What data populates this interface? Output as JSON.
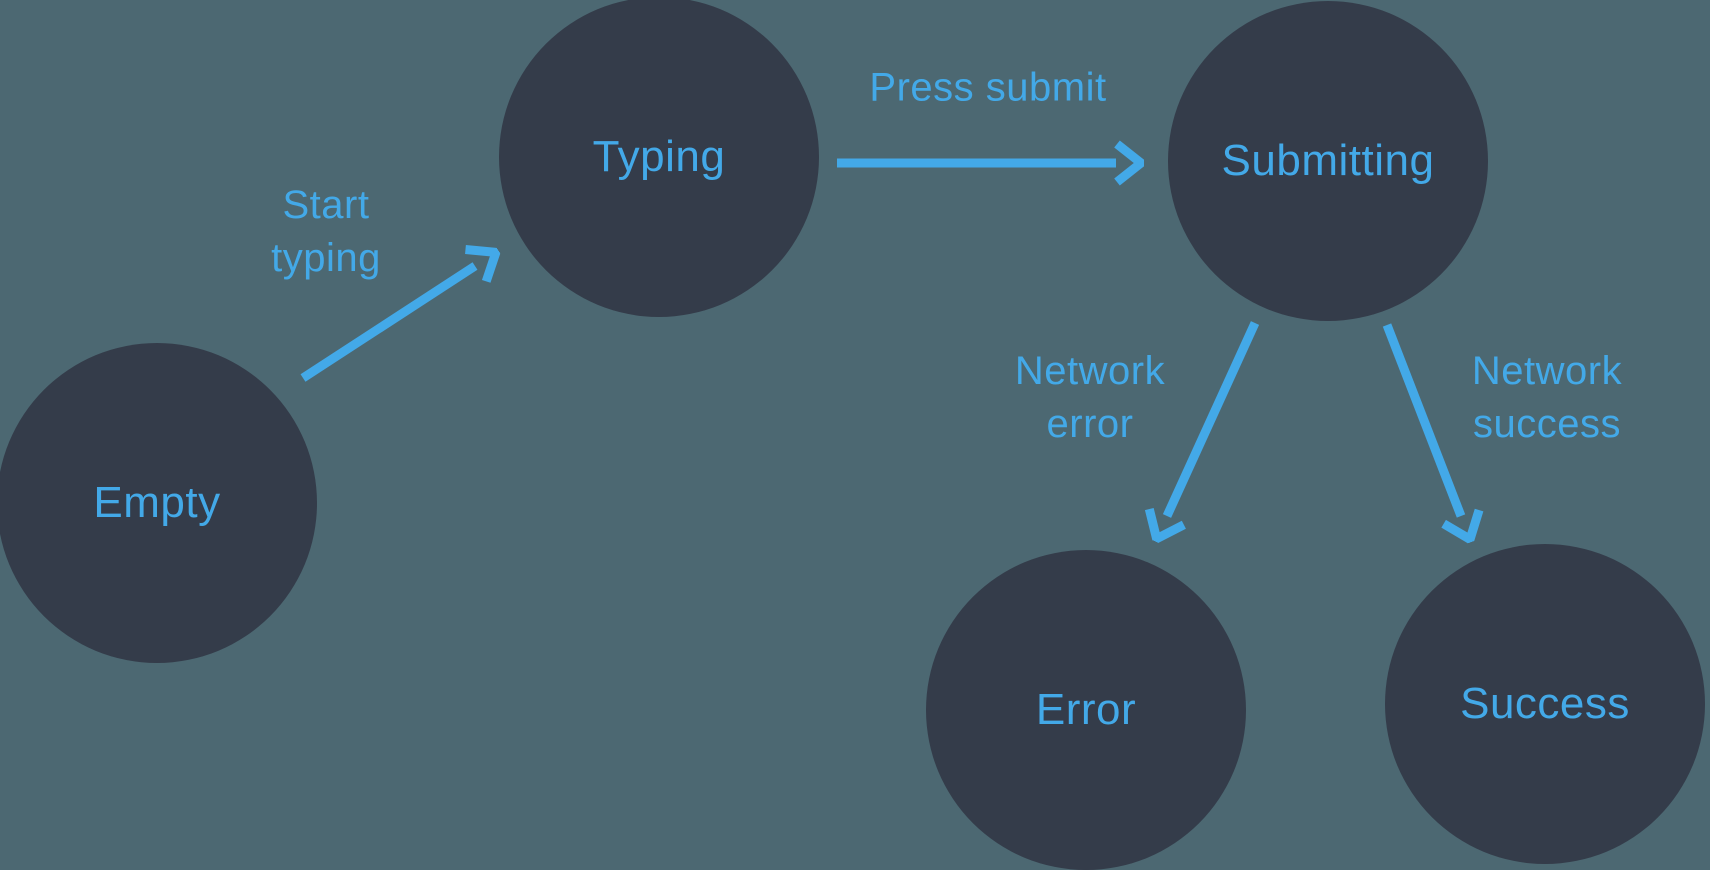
{
  "diagram": {
    "type": "state-machine",
    "nodes": [
      {
        "id": "empty",
        "label": "Empty"
      },
      {
        "id": "typing",
        "label": "Typing"
      },
      {
        "id": "submitting",
        "label": "Submitting"
      },
      {
        "id": "error",
        "label": "Error"
      },
      {
        "id": "success",
        "label": "Success"
      }
    ],
    "edges": [
      {
        "from": "empty",
        "to": "typing",
        "label": "Start\ntyping"
      },
      {
        "from": "typing",
        "to": "submitting",
        "label": "Press submit"
      },
      {
        "from": "submitting",
        "to": "error",
        "label": "Network\nerror"
      },
      {
        "from": "submitting",
        "to": "success",
        "label": "Network\nsuccess"
      }
    ],
    "colors": {
      "background": "#4C6872",
      "node_fill": "#343C4A",
      "accent": "#43A9E8"
    }
  }
}
